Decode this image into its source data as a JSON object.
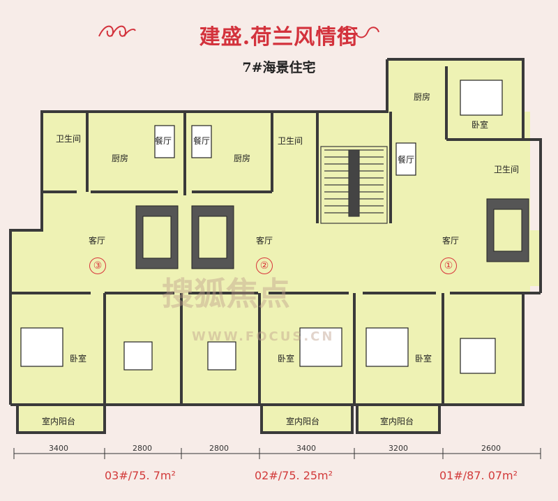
{
  "header": {
    "title": "建盛.荷兰风情街",
    "subtitle": "7#海景住宅"
  },
  "rooms": {
    "bathroom": "卫生间",
    "kitchen": "厨房",
    "dining": "餐厅",
    "living": "客厅",
    "bedroom": "卧室",
    "balcony": "室内阳台"
  },
  "units": [
    "③",
    "②",
    "①"
  ],
  "dimensions": [
    "3400",
    "2800",
    "2800",
    "3400",
    "3200",
    "2600"
  ],
  "areas": [
    "03#/75. 7m²",
    "02#/75. 25m²",
    "01#/87. 07m²"
  ],
  "watermark": {
    "cn": "搜狐焦点",
    "en": "WWW.FOCUS.CN"
  },
  "colors": {
    "floor": "#eef2b4",
    "wall": "#3a3a3a",
    "accent": "#d3323c"
  }
}
